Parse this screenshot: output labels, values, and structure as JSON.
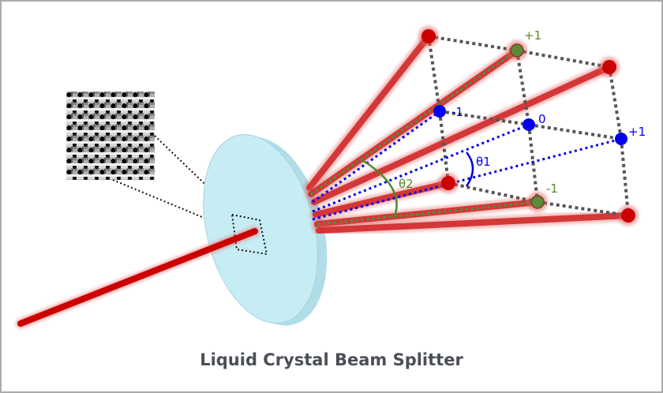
{
  "title": "Liquid Crystal Beam Splitter",
  "colors": {
    "beam": "#cc0000",
    "beam_glow": "#e05050",
    "spot_red": "#cc0000",
    "order_x": "#0000ee",
    "order_y": "#5a8a2a",
    "grid": "#555555",
    "disk_front": "#c5ebf3",
    "disk_back": "#b2dfe9",
    "frame": "#ababab"
  },
  "labels": {
    "x_orders": {
      "minus": "-1",
      "zero": "0",
      "plus": "+1"
    },
    "y_orders": {
      "plus": "+1",
      "minus": "-1"
    },
    "theta1": "θ1",
    "theta2": "θ2"
  },
  "inset": {
    "description": "liquid crystal phase grating pattern (grayscale)"
  },
  "spots": [
    {
      "id": "top-left",
      "type": "red"
    },
    {
      "id": "y-plus-1",
      "type": "green"
    },
    {
      "id": "top-right",
      "type": "red"
    },
    {
      "id": "x-minus-1",
      "type": "blue"
    },
    {
      "id": "x-zero",
      "type": "blue"
    },
    {
      "id": "x-plus-1",
      "type": "blue"
    },
    {
      "id": "mid-left",
      "type": "red"
    },
    {
      "id": "y-minus-1",
      "type": "green"
    },
    {
      "id": "bottom-right",
      "type": "red"
    }
  ]
}
